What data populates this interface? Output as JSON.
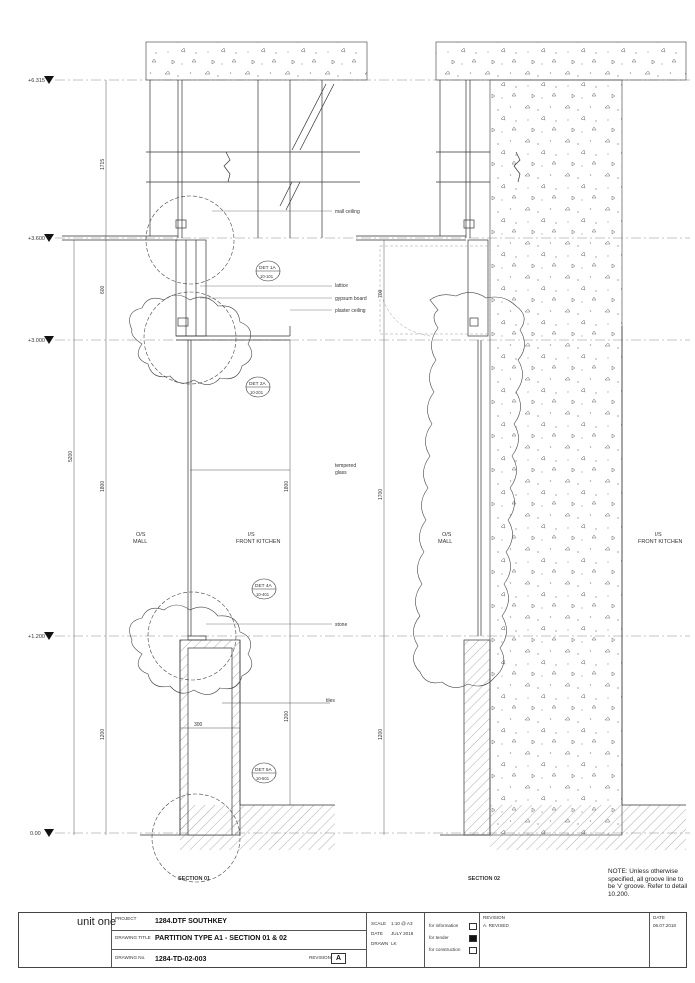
{
  "levels": [
    "+6.315",
    "+3.600",
    "+3.000",
    "+1.200",
    "0.00"
  ],
  "dimensions": {
    "section1": [
      "1715",
      "600",
      "5200",
      "1800",
      "1800",
      "1200",
      "1200",
      "300"
    ],
    "section2": [
      "700",
      "1700",
      "1200"
    ]
  },
  "labels": {
    "mall_ceiling": "mall ceiling",
    "lattice": "lattice",
    "gypsum_board": "gypsum board",
    "plaster_ceiling": "plaster ceiling",
    "tempered_glass_1": "tempered",
    "tempered_glass_2": "glass",
    "stone": "stone",
    "tiles": "tiles",
    "os_1": "O/S",
    "mall": "MALL",
    "is_1": "I/S",
    "front_kitchen": "FRONT KITCHEN"
  },
  "details": [
    {
      "id": "DET 1A",
      "ref": "10-101"
    },
    {
      "id": "DET 2A",
      "ref": "10-201"
    },
    {
      "id": "DET 4A",
      "ref": "10-401"
    },
    {
      "id": "DET 5A",
      "ref": "10-501"
    }
  ],
  "section_titles": {
    "s1": "SECTION 01",
    "s2": "SECTION 02"
  },
  "note": "NOTE: Unless otherwise specified, all groove line to be 'v' groove. Refer to detail 10.200.",
  "title_block": {
    "company": "unit one",
    "project_label": "PROJECT",
    "project": "1284.DTF SOUTHKEY",
    "drawing_title_label": "DRAWING TITLE",
    "drawing_title": "PARTITION TYPE A1 - SECTION 01 & 02",
    "drawing_no_label": "DRAWING No.",
    "drawing_no": "1284-TD-02-003",
    "revision_label": "REVISION",
    "revision": "A",
    "scale_label": "SCALE",
    "scale": "1:10 @ A3",
    "date_label": "DATE",
    "date": "JULY 2018",
    "drawn_label": "DRAWN",
    "drawn": "LK",
    "status_1": "for information",
    "status_2": "for tender",
    "status_3": "for construction",
    "rev_header": "REVISION",
    "rev_entry": "A. REVISED",
    "date_header": "DATE",
    "date_entry": "06.07.2018"
  }
}
